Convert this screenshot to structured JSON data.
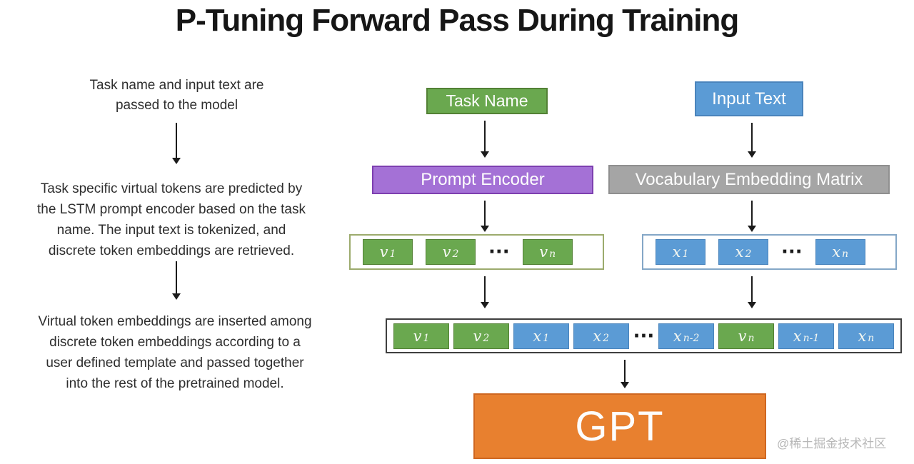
{
  "title": "P-Tuning Forward Pass During Training",
  "colors": {
    "green_fill": "#6aa84f",
    "green_border": "#538135",
    "blue_fill": "#5b9bd5",
    "blue_border": "#4a84bc",
    "purple_fill": "#a471d6",
    "purple_border": "#7d3fb0",
    "gray_fill": "#a5a5a5",
    "gray_border": "#8f8f8f",
    "orange_fill": "#e8802f",
    "green_row_border": "#9cab6d",
    "blue_row_border": "#84a7c7",
    "combined_row_border": "#3f3f3f",
    "arrow": "#1b1b1b",
    "watermark": "#b7b7b7"
  },
  "left_notes": [
    {
      "lines": [
        "Task name and input text are",
        "passed to the model"
      ]
    },
    {
      "lines": [
        "Task specific virtual tokens are predicted by",
        "the LSTM prompt encoder based on the task",
        "name. The input text is tokenized, and",
        "discrete token embeddings are retrieved."
      ]
    },
    {
      "lines": [
        "Virtual token embeddings are inserted among",
        "discrete token embeddings according to a",
        "user defined template and passed together",
        "into the rest of the pretrained model."
      ]
    }
  ],
  "prompt_branch": {
    "input_label": "Task Name",
    "encoder_label": "Prompt Encoder",
    "ellipsis": "···",
    "tokens": [
      {
        "base": "v",
        "sub": "1"
      },
      {
        "base": "v",
        "sub": "2"
      },
      {
        "base": "v",
        "sub": "n"
      }
    ]
  },
  "text_branch": {
    "input_label": "Input Text",
    "encoder_label": "Vocabulary Embedding Matrix",
    "ellipsis": "···",
    "tokens": [
      {
        "base": "x",
        "sub": "1"
      },
      {
        "base": "x",
        "sub": "2"
      },
      {
        "base": "x",
        "sub": "n"
      }
    ]
  },
  "combined_row": {
    "ellipsis": "···",
    "tokens": [
      {
        "base": "v",
        "sub": "1",
        "type": "green"
      },
      {
        "base": "v",
        "sub": "2",
        "type": "green"
      },
      {
        "base": "x",
        "sub": "1",
        "type": "blue"
      },
      {
        "base": "x",
        "sub": "2",
        "type": "blue"
      },
      {
        "base": "x",
        "sub": "n-2",
        "type": "blue"
      },
      {
        "base": "v",
        "sub": "n",
        "type": "green"
      },
      {
        "base": "x",
        "sub": "n-1",
        "type": "blue"
      },
      {
        "base": "x",
        "sub": "n",
        "type": "blue"
      }
    ]
  },
  "model_label": "GPT",
  "watermark": "@稀土掘金技术社区"
}
